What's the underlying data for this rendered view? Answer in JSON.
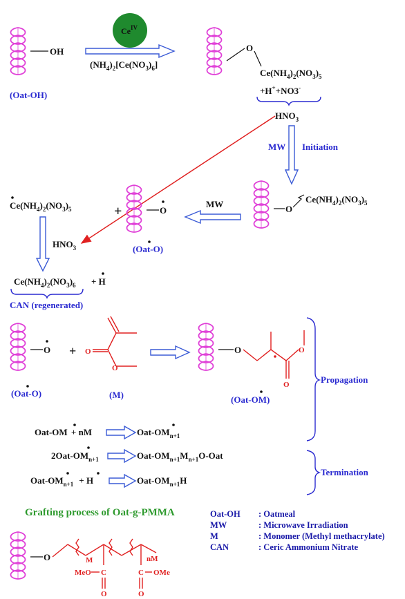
{
  "ce_ball": {
    "label": "Ce",
    "sup": "IV"
  },
  "reagent": {
    "a": "(NH",
    "s1": "4",
    "b": ")",
    "s2": "2",
    "c": "[Ce(NO",
    "s3": "3",
    "d": ")",
    "s4": "6",
    "e": "]"
  },
  "oh_label": "OH",
  "oat_oh_caption": "(Oat-OH)",
  "o_atom": "O",
  "complex": {
    "a": "Ce(NH",
    "s1": "4",
    "b": ")",
    "s2": "2",
    "c": "(NO",
    "s3": "3",
    "d": ")",
    "s4": "5"
  },
  "ions": {
    "a": "+H",
    "sup1": "+",
    "b": "+NO3",
    "sup2": "-"
  },
  "hno3_top": {
    "a": "HNO",
    "s1": "3"
  },
  "mw_1": "MW",
  "initiation": "Initiation",
  "complex_2": {
    "a": "Ce(NH",
    "s1": "4",
    "b": ")",
    "s2": "2",
    "c": "(NO",
    "s3": "3",
    "d": ")",
    "s4": "5"
  },
  "mw_2": "MW",
  "radical_complex": {
    "a": "Ce(NH",
    "s1": "4",
    "b": ")",
    "s2": "2",
    "c": "(NO",
    "s3": "3",
    "d": ")",
    "s4": "5"
  },
  "plus": "+",
  "oat_o_caption": "(Oat-O)",
  "hno3_left": {
    "a": "HNO",
    "s1": "3"
  },
  "can_formula": {
    "a": "Ce(NH",
    "s1": "4",
    "b": ")",
    "s2": "2",
    "c": "(NO",
    "s3": "3",
    "d": ")",
    "s4": "6"
  },
  "h_radical": "+ H",
  "can_regen": "CAN (regenerated)",
  "monomer_caption": "(M)",
  "oat_om_caption": "(Oat-OM)",
  "propagation": "Propagation",
  "termination": "Termination",
  "eq1": {
    "a": "Oat-OM",
    "b": " + nM",
    "c": "Oat-OM",
    "s": "n+1"
  },
  "eq2": {
    "a": "2Oat-OM",
    "s1": "n+1",
    "c": "Oat-OM",
    "s2": "n+1",
    "d": "M",
    "s3": "n+1",
    "e": "O-Oat"
  },
  "eq3": {
    "a": "Oat-OM",
    "s1": "n+1",
    "b": "+ H",
    "c": "Oat-OM",
    "s2": "n+1",
    "d": "H"
  },
  "grafting_title": "Grafting process of Oat-g-PMMA",
  "legend": [
    {
      "term": "Oat-OH",
      "desc": ": Oatmeal"
    },
    {
      "term": "MW",
      "desc": ": Microwave Irradiation"
    },
    {
      "term": "M",
      "desc": ": Monomer (Methyl methacrylate)"
    },
    {
      "term": "CAN",
      "desc": ": Ceric Ammonium Nitrate"
    }
  ],
  "polymer": {
    "m": "M",
    "nm": "nM",
    "meo": "MeO",
    "c": "C",
    "ome": "OMe",
    "o": "O"
  },
  "colors": {
    "coil": "#e040d8",
    "accent_blue": "#2a2ad0",
    "monomer_red": "#e02020",
    "title_green": "#2e9a2e",
    "ce_ball": "#1f8a2e"
  }
}
